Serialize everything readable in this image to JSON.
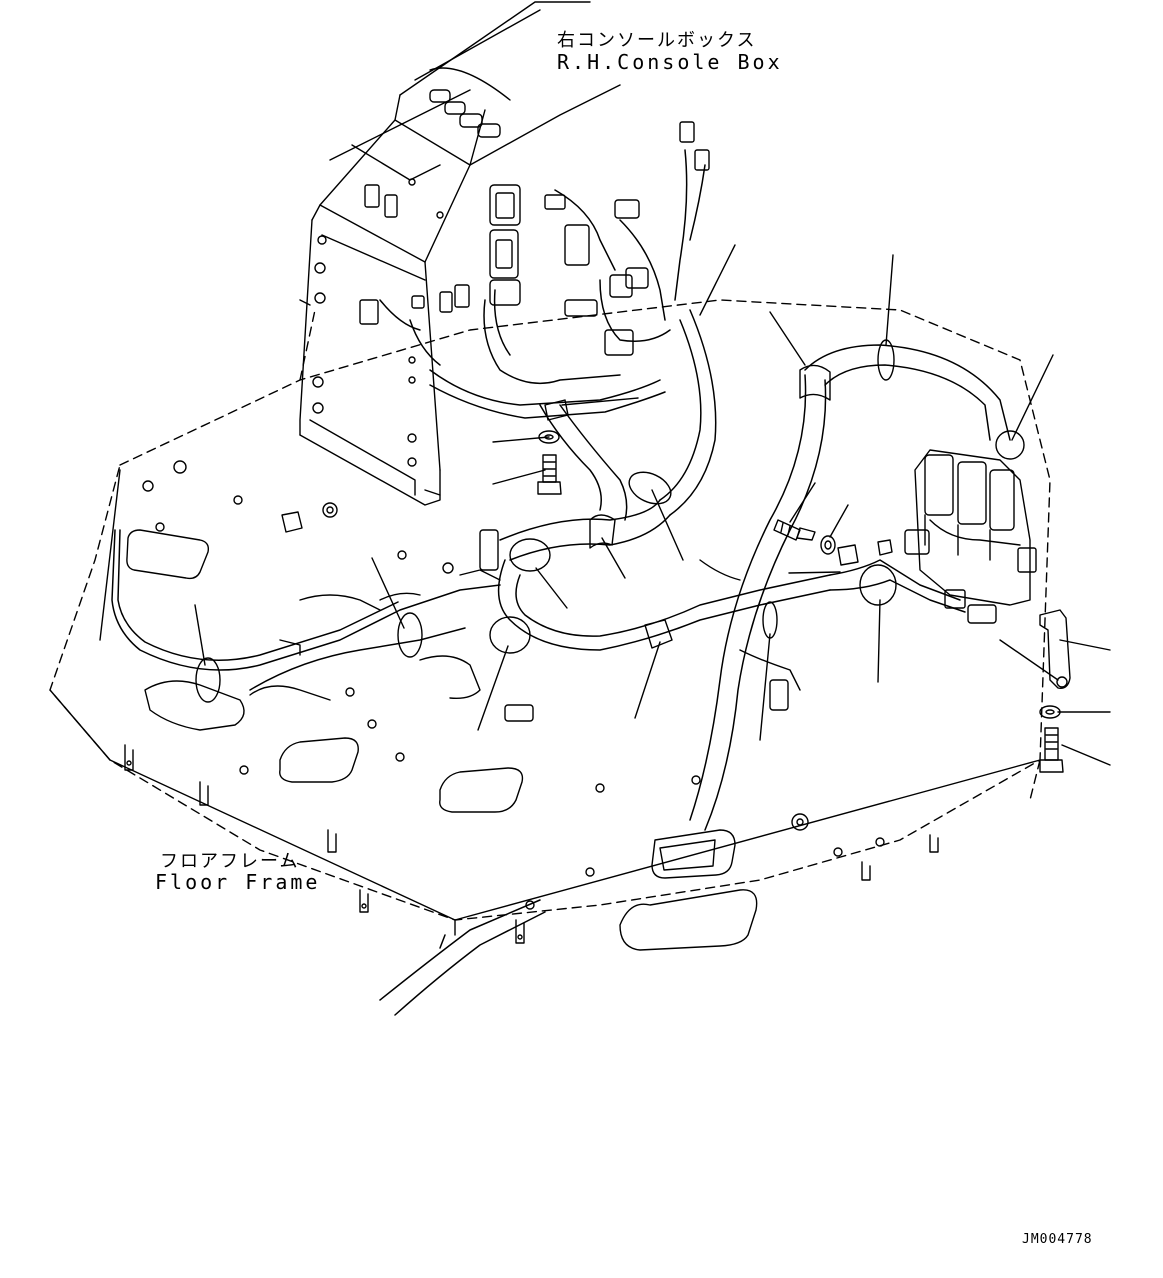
{
  "labels": {
    "console_box_jp": "右コンソールボックス",
    "console_box_en": "R.H.Console Box",
    "floor_frame_jp": "フロアフレーム",
    "floor_frame_en": "Floor Frame",
    "drawing_code": "JM004778"
  },
  "colors": {
    "line": "#000000",
    "background": "#ffffff"
  }
}
